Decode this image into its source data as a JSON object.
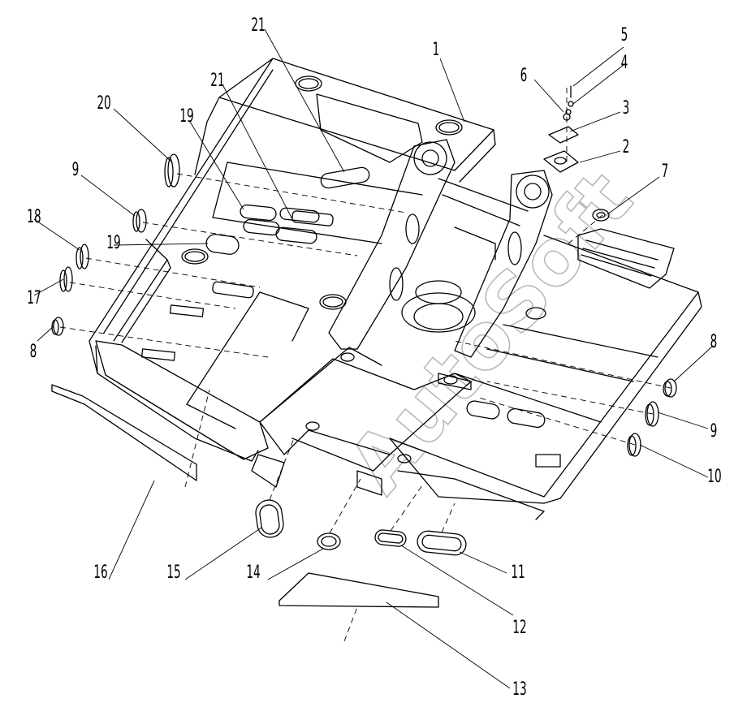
{
  "callouts": {
    "c1": "1",
    "c2": "2",
    "c3": "3",
    "c4": "4",
    "c5": "5",
    "c6": "6",
    "c7": "7",
    "c8a": "8",
    "c8b": "8",
    "c9a": "9",
    "c9b": "9",
    "c10": "10",
    "c11": "11",
    "c12": "12",
    "c13": "13",
    "c14": "14",
    "c15": "15",
    "c16": "16",
    "c17": "17",
    "c18": "18",
    "c19a": "19",
    "c19b": "19",
    "c20": "20",
    "c21a": "21",
    "c21b": "21"
  },
  "watermark": "AutoSoft"
}
